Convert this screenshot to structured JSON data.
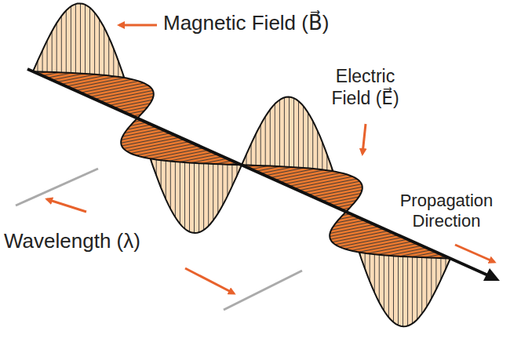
{
  "diagram": {
    "labels": [
      "Magnetic Field (B⃗)",
      "Electric Field (E⃗)",
      "Wavelength (λ)",
      "Propagation Direction"
    ]
  }
}
